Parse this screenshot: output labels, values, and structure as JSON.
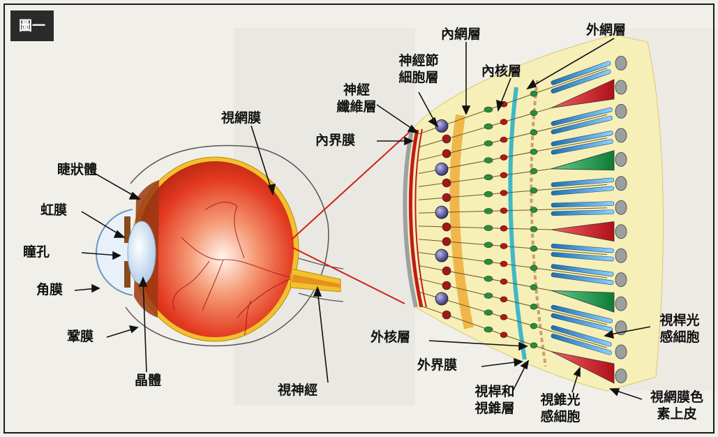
{
  "figure": {
    "tag": "圖一"
  },
  "labels": {
    "ciliary_body": "睫狀體",
    "iris": "虹膜",
    "pupil": "瞳孔",
    "cornea": "角膜",
    "sclera": "鞏膜",
    "lens": "晶體",
    "retina": "視網膜",
    "optic_nerve": "視神經",
    "inner_limiting_membrane": "內界膜",
    "nerve_fiber_layer": [
      "神經",
      "纖維層"
    ],
    "ganglion_cell_layer": [
      "神經節",
      "細胞層"
    ],
    "inner_plexiform_layer": "內網層",
    "inner_nuclear_layer": "內核層",
    "outer_plexiform_layer": "外網層",
    "outer_nuclear_layer": "外核層",
    "outer_limiting_membrane": "外界膜",
    "rod_cone_layer": [
      "視桿和",
      "視錐層"
    ],
    "cone_cell": [
      "視錐光",
      "感細胞"
    ],
    "rod_cell": [
      "視桿光",
      "感細胞"
    ],
    "rpe": [
      "視網膜色",
      "素上皮"
    ]
  },
  "colors": {
    "eyeball": "#e33a20",
    "retina_band": "#f2c12e",
    "section_bg": "#f6efb8",
    "rod": "#3a8ec8",
    "cone_red": "#d8202a",
    "cone_green": "#1f9a4a",
    "ganglion": "#4b4a8e",
    "leader_red": "#d01e1e"
  }
}
